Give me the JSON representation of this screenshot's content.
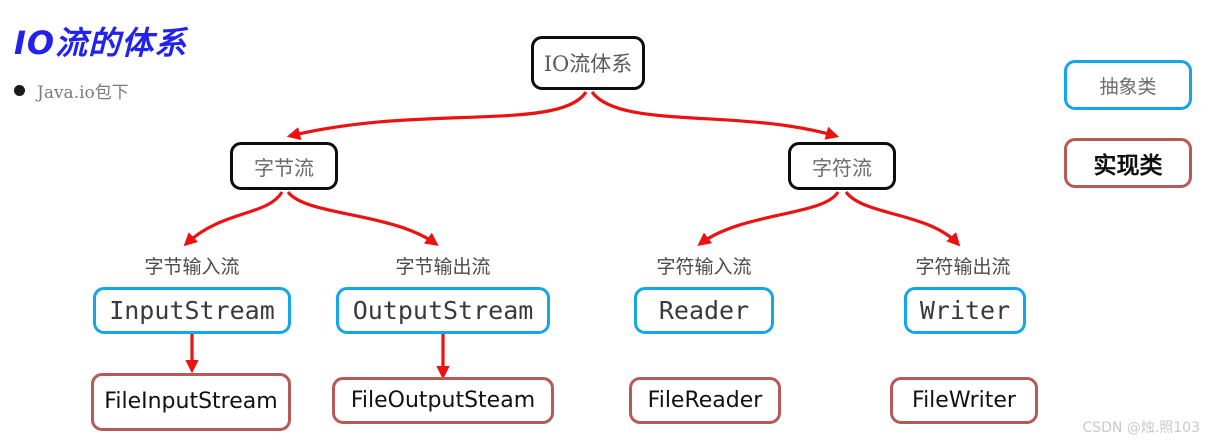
{
  "slide": {
    "title": "IO流的体系",
    "bullet": "Java.io包下",
    "watermark": "CSDN @烛.照103"
  },
  "colors": {
    "title": "#2222ee",
    "edge": "#ee1111",
    "abstract_border": "#13a7e8",
    "impl_border": "#b55a56",
    "node_border": "#0d0d0d"
  },
  "legend": [
    {
      "label": "抽象类",
      "kind": "abstract"
    },
    {
      "label": "实现类",
      "kind": "implementation"
    }
  ],
  "tree": {
    "root": {
      "label": "IO流体系"
    },
    "branches": [
      {
        "label": "字节流"
      },
      {
        "label": "字符流"
      }
    ],
    "abstracts": [
      {
        "sublabel": "字节输入流",
        "label": "InputStream"
      },
      {
        "sublabel": "字节输出流",
        "label": "OutputStream"
      },
      {
        "sublabel": "字符输入流",
        "label": "Reader"
      },
      {
        "sublabel": "字符输出流",
        "label": "Writer"
      }
    ],
    "implementations": [
      {
        "label": "FileInputStream"
      },
      {
        "label": "FileOutputSteam"
      },
      {
        "label": "FileReader"
      },
      {
        "label": "FileWriter"
      }
    ]
  }
}
